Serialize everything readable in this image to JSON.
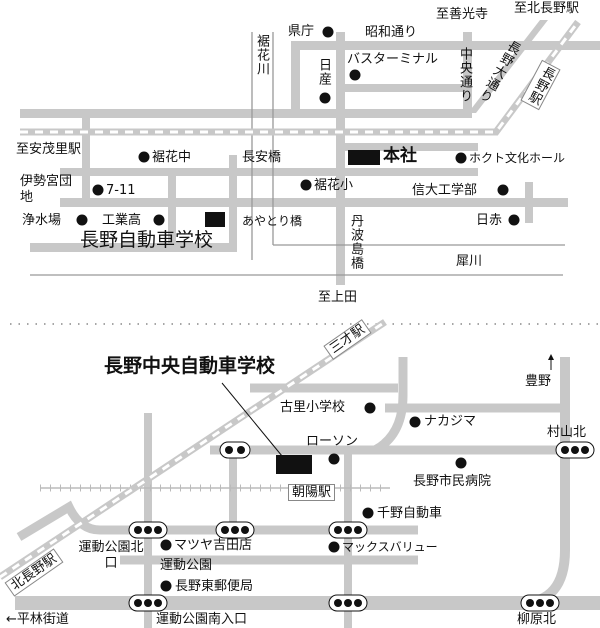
{
  "top_map": {
    "labels": {
      "to_zenkoji": "至善光寺",
      "to_kitanagano": "至北長野駅",
      "prefecture_office": "県庁",
      "showa_dori": "昭和通り",
      "bus_terminal": "バスターミナル",
      "susobana_river": "裾花川",
      "nissan": "日産",
      "chuo_dori": "中央通り",
      "nagano_odori": "長野大通り",
      "nagano_station": "長野駅",
      "to_amori": "至安茂里駅",
      "susobana_junior": "裾花中",
      "choan_bridge": "長安橋",
      "head_office": "本社",
      "hokuto_hall": "ホクト文化ホール",
      "isemiya": "伊勢宮団地",
      "seven_eleven": "7-11",
      "susobana_elem": "裾花小",
      "shinshu_eng": "信大工学部",
      "water_plant": "浄水場",
      "technical_high": "工業高",
      "ayatori_bridge": "あやとり橋",
      "red_cross": "日赤",
      "school_name": "長野自動車学校",
      "tanbajima_bridge": "丹波島橋",
      "sai_river": "犀川",
      "to_ueda": "至上田"
    }
  },
  "bottom_map": {
    "labels": {
      "school_name": "長野中央自動車学校",
      "sansai_station": "三才駅",
      "toyono": "豊野",
      "furusato_elem": "古里小学校",
      "nakajima": "ナカジマ",
      "lawson": "ローソン",
      "murayama_kita": "村山北",
      "asahi_station": "朝陽駅",
      "city_hospital": "長野市民病院",
      "chino_motors": "千野自動車",
      "kitanagano_station": "北長野駅",
      "matsuya": "マツヤ吉田店",
      "maxvalu": "マックスバリュー",
      "park_north": "運動公園北口",
      "park": "運動公園",
      "post_office": "長野東郵便局",
      "hirabayashi": "←平林街道",
      "park_south": "運動公園南入口",
      "yanagihara_kita": "柳原北"
    }
  },
  "colors": {
    "road": "#c8c8c8",
    "river": "#999999",
    "marker": "#111111"
  }
}
